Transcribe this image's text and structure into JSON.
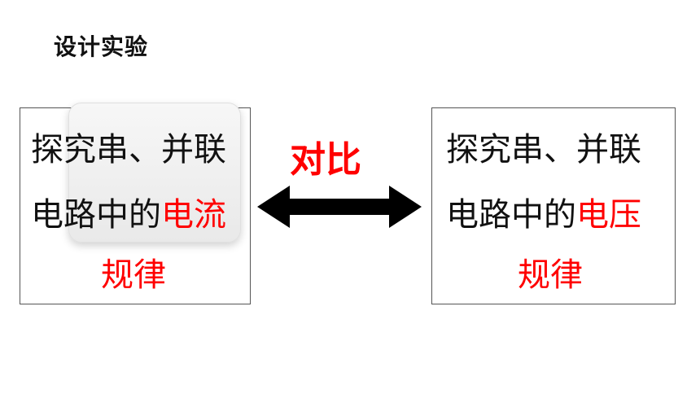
{
  "title": "设计实验",
  "compare_label": "对比",
  "left_box": {
    "line1": "探究串、并联",
    "line2_black": "电路中的",
    "line2_red": "电流",
    "line3": "规律"
  },
  "right_box": {
    "line1": "探究串、并联",
    "line2_black": "电路中的",
    "line2_red": "电压",
    "line3": "规律"
  },
  "colors": {
    "accent": "#ff0000",
    "text": "#111111"
  },
  "icons": {
    "arrow": "double-arrow-icon"
  }
}
